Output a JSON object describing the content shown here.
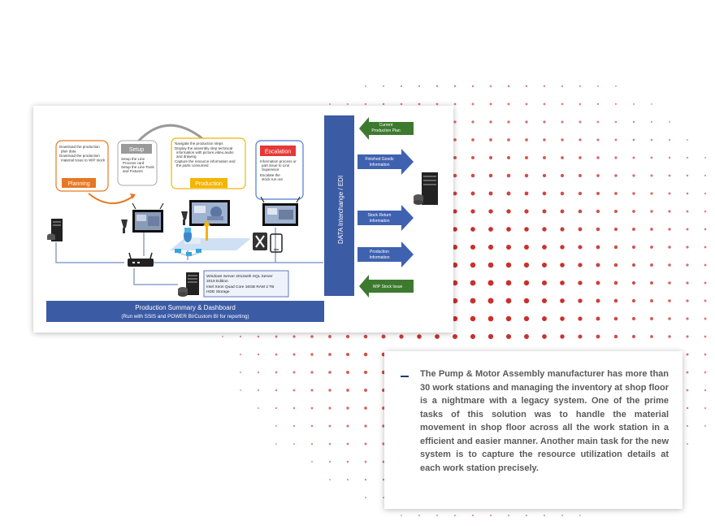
{
  "diagram": {
    "planning": {
      "label": "Planning",
      "notes": [
        "Download the production",
        "plan data",
        "Download the production",
        "material issue to WIP stock"
      ]
    },
    "setup": {
      "label": "Setup",
      "notes": [
        "Setup the Line",
        "Process card",
        "Setup the Line Tools",
        "and Fixtures"
      ]
    },
    "production": {
      "label": "Production",
      "notes": [
        "Navigate the production steps",
        "Display the assembly step technical",
        "information with picture,video,audio",
        "and drawing",
        "Capture the resource information and",
        "the parts consumed"
      ]
    },
    "escalation": {
      "label": "Escalation",
      "notes": [
        "Information process or",
        "part issue to Line",
        "Supervisor",
        "Escalate the",
        "stock run out"
      ]
    },
    "server_spec": [
      "Windows Server 2012with SQL Server",
      "2019 Edition",
      "Intel Xeon Quad Core 16GB RAM 2 TB",
      "HDD Storage"
    ],
    "data_interchange": "DATA Interchange / EDI",
    "summary_title": "Production Summary & Dashboard",
    "summary_subtitle": "(Run with SSIS and POWER BI/Custom BI for reporting)",
    "flows": [
      {
        "lines": [
          "Current",
          "Production Plan"
        ]
      },
      {
        "lines": [
          "Finished Goods",
          "Information"
        ]
      },
      {
        "lines": [
          "Stock Return",
          "Information"
        ]
      },
      {
        "lines": [
          "Production",
          "Information"
        ]
      },
      {
        "lines": [
          "WIP Stock Issue"
        ]
      }
    ]
  },
  "description": "The Pump & Motor Assembly manufacturer has more than 30 work stations and managing the inventory at shop floor is a nightmare with a legacy system. One of the prime tasks of this solution was to handle the material movement in shop floor across all the work station in a efficient and easier manner. Another main task for the new system is to capture the resource utilization details at each work station precisely.",
  "colors": {
    "dot": "#c9302c",
    "bar_blue": "#3b5ba5",
    "arrow_blue": "#3f62b0",
    "arrow_green": "#3d7a2f",
    "planning_orange": "#e87722",
    "setup_grey": "#9a9a9a",
    "production_yellow": "#f4b400",
    "escalation_red": "#e53935",
    "text_grey": "#5a5a5a"
  }
}
